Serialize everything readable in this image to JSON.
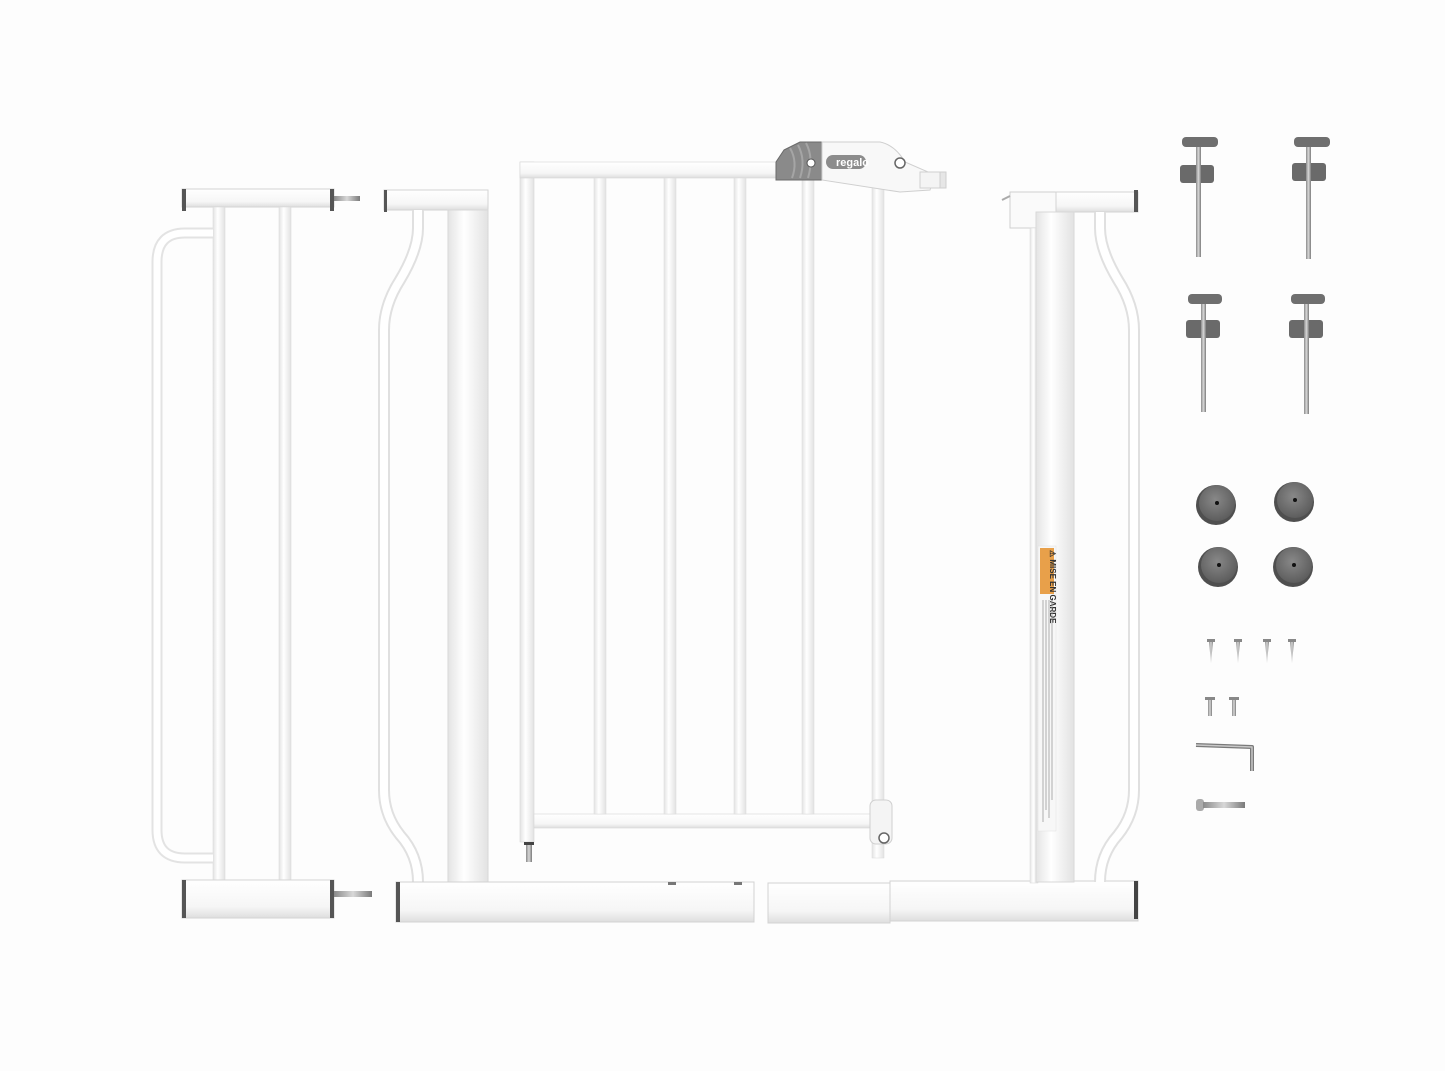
{
  "scene": {
    "description": "Disassembled white pressure-mounted baby gate with extension panels and hardware on white background",
    "background_color": "#fdfdfd",
    "frame_color": "#ffffff",
    "frame_shadow_color": "#d9d9d9",
    "hardware_color": "#6e6e6e"
  },
  "latch": {
    "brand_logo": "regalo"
  },
  "warning_label": {
    "heading": "⚠ MISE EN GARDE"
  },
  "parts": [
    {
      "name": "extension-panel-left",
      "label": "Extension panel with handle bar"
    },
    {
      "name": "side-frame-left",
      "label": "Left gate frame"
    },
    {
      "name": "gate-door",
      "label": "Swing door with latch"
    },
    {
      "name": "side-frame-right",
      "label": "Right gate frame"
    },
    {
      "name": "bottom-bar-left",
      "label": "Bottom bar left"
    },
    {
      "name": "bottom-bar-center",
      "label": "Bottom bar center"
    },
    {
      "name": "bottom-bar-right",
      "label": "Bottom bar right"
    },
    {
      "name": "tension-bolts",
      "label": "Tension bolts",
      "count": 4
    },
    {
      "name": "wall-cups",
      "label": "Wall cups",
      "count": 4
    },
    {
      "name": "wood-screws",
      "label": "Screws",
      "count": 4
    },
    {
      "name": "short-screws",
      "label": "Short screws",
      "count": 2
    },
    {
      "name": "hex-key",
      "label": "Allen wrench",
      "count": 1
    },
    {
      "name": "pin",
      "label": "Connecting pin",
      "count": 1
    }
  ]
}
